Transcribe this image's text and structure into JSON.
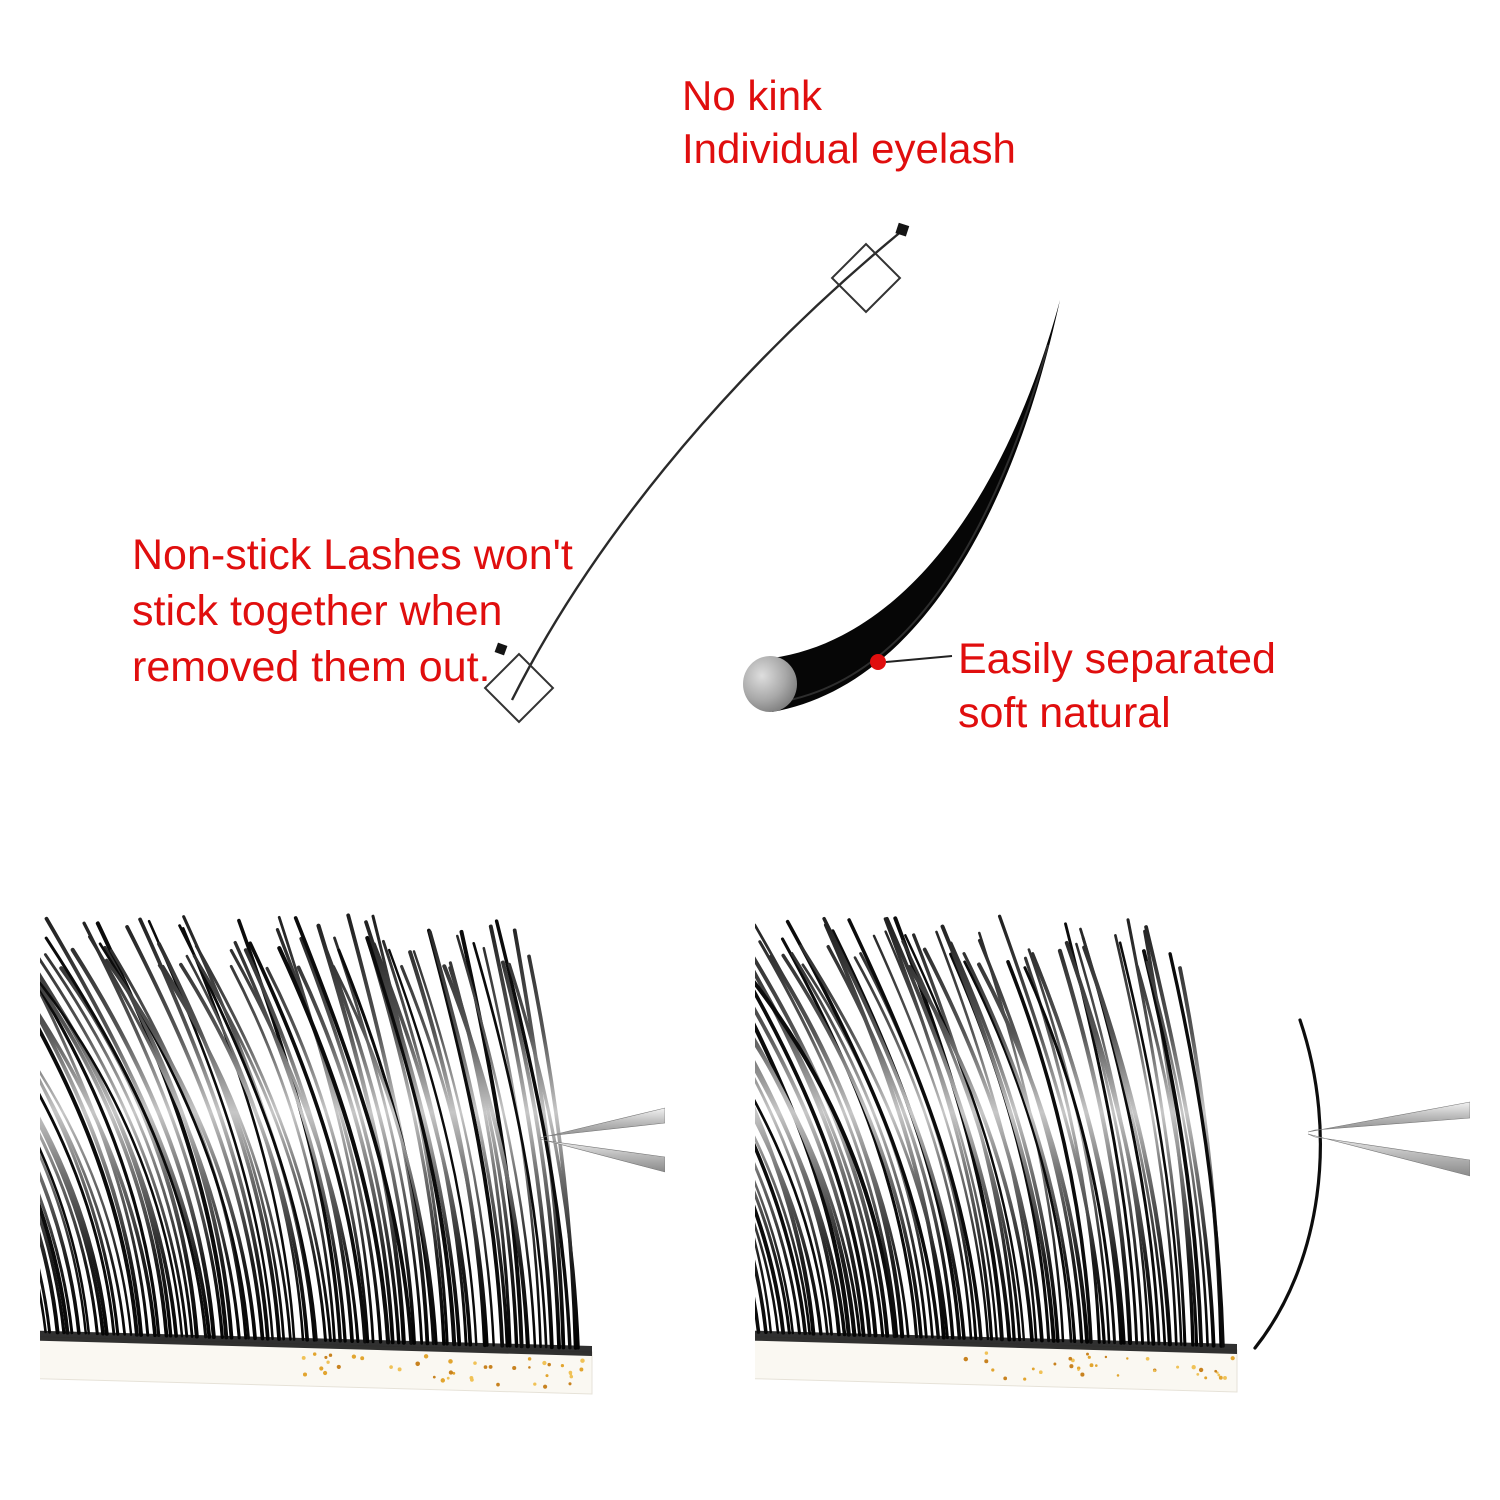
{
  "annotations": {
    "no_kink_text": "No kink\nIndividual eyelash",
    "non_stick_text": "Non-stick Lashes won't\nstick together when\nremoved them out.",
    "easily_separated_text": "Easily separated\nsoft natural"
  },
  "colors": {
    "accent_red": "#e00e0e",
    "lash_black": "#0a0a0a"
  },
  "icons": {
    "tweezers": "metal-tweezers-shape",
    "magnifier_marker": "rotated-square-outline",
    "tip_marker": "small-filled-square",
    "callout_dot": "red-dot-leader"
  }
}
